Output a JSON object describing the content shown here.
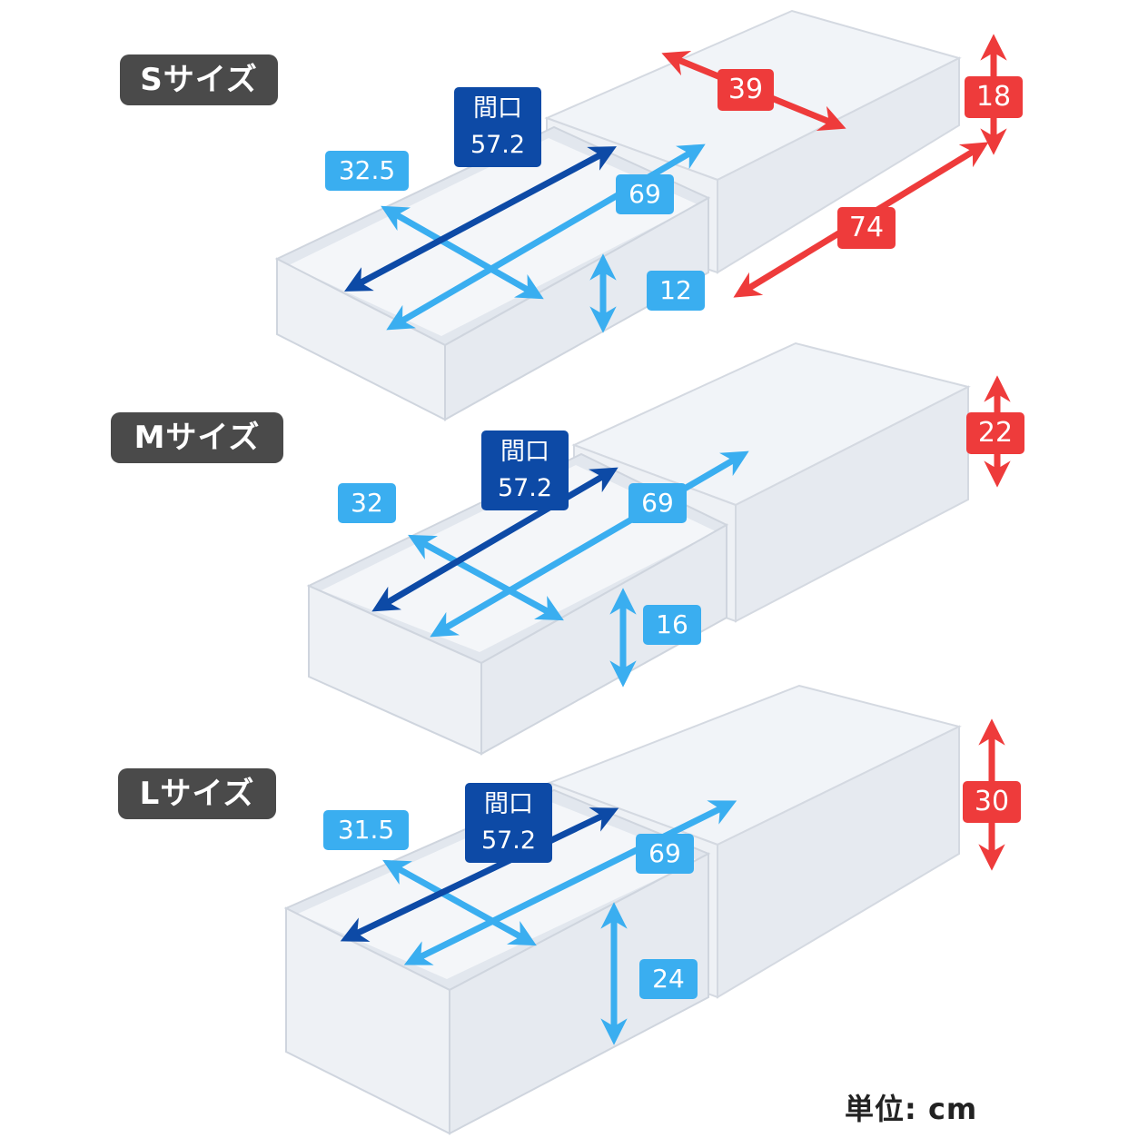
{
  "unit_label": "単位: cm",
  "colors": {
    "light_arrow": "#3aaef0",
    "navy_arrow": "#0d4aa6",
    "red_arrow": "#ee3b3b",
    "label_bg": "#4a4a4a"
  },
  "sizes": [
    {
      "label": "Sサイズ",
      "opening_title": "間口",
      "opening_value": "57.2",
      "inner_width": "32.5",
      "inner_depth": "69",
      "inner_height": "12",
      "outer_width": "39",
      "outer_depth": "74",
      "outer_height": "18"
    },
    {
      "label": "Mサイズ",
      "opening_title": "間口",
      "opening_value": "57.2",
      "inner_width": "32",
      "inner_depth": "69",
      "inner_height": "16",
      "outer_height": "22"
    },
    {
      "label": "Lサイズ",
      "opening_title": "間口",
      "opening_value": "57.2",
      "inner_width": "31.5",
      "inner_depth": "69",
      "inner_height": "24",
      "outer_height": "30"
    }
  ]
}
